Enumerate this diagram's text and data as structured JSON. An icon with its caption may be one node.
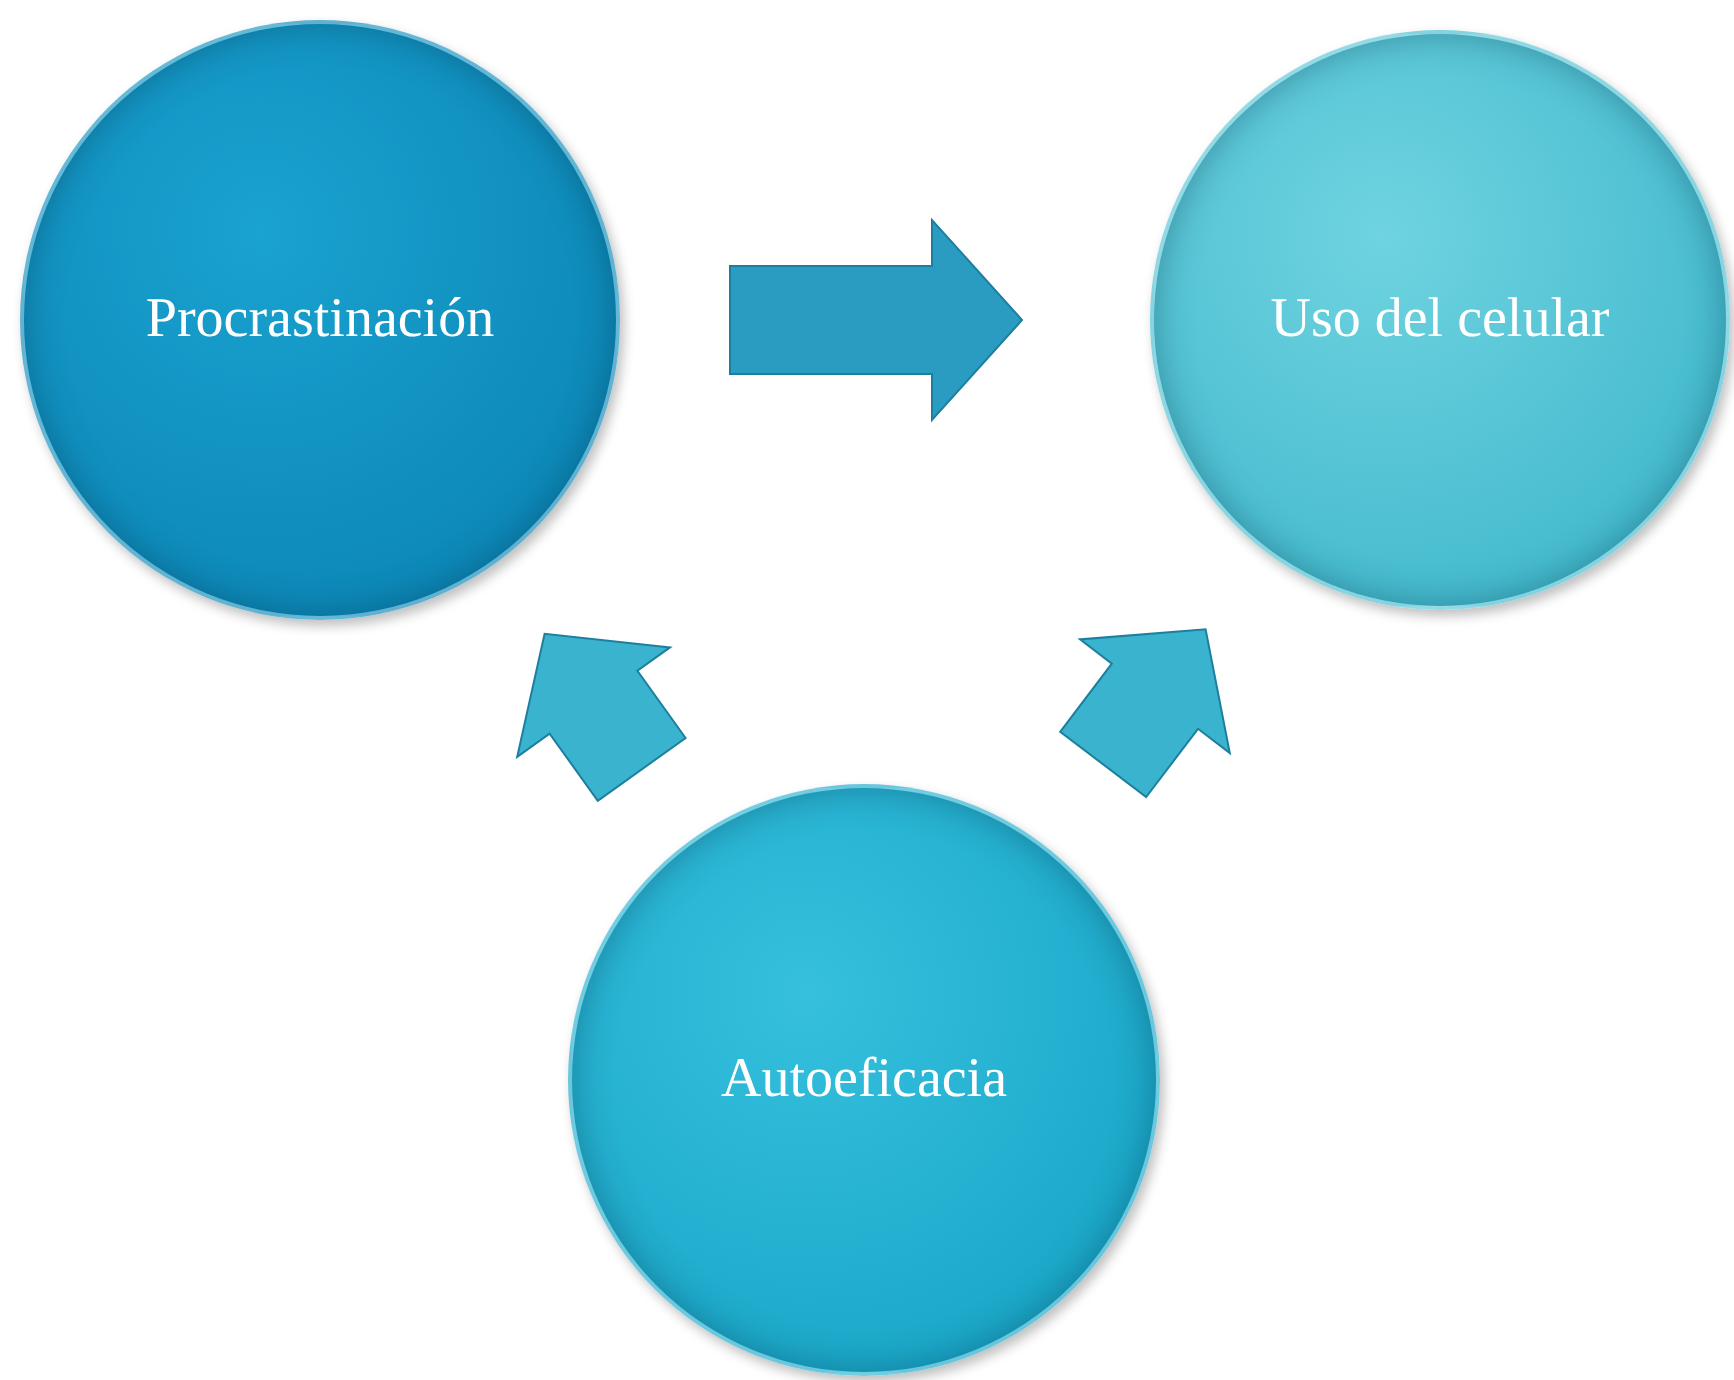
{
  "diagram": {
    "nodes": [
      {
        "text": [
          "Procrastinación"
        ]
      },
      {
        "text": [
          "Uso del celular"
        ]
      },
      {
        "text": [
          "Autoeficacia"
        ]
      }
    ],
    "edges": [
      {
        "from": 0,
        "to": 1,
        "arrow": "to"
      },
      {
        "from": 2,
        "to": 0,
        "arrow": "to"
      },
      {
        "from": 2,
        "to": 1,
        "arrow": "to"
      }
    ]
  }
}
